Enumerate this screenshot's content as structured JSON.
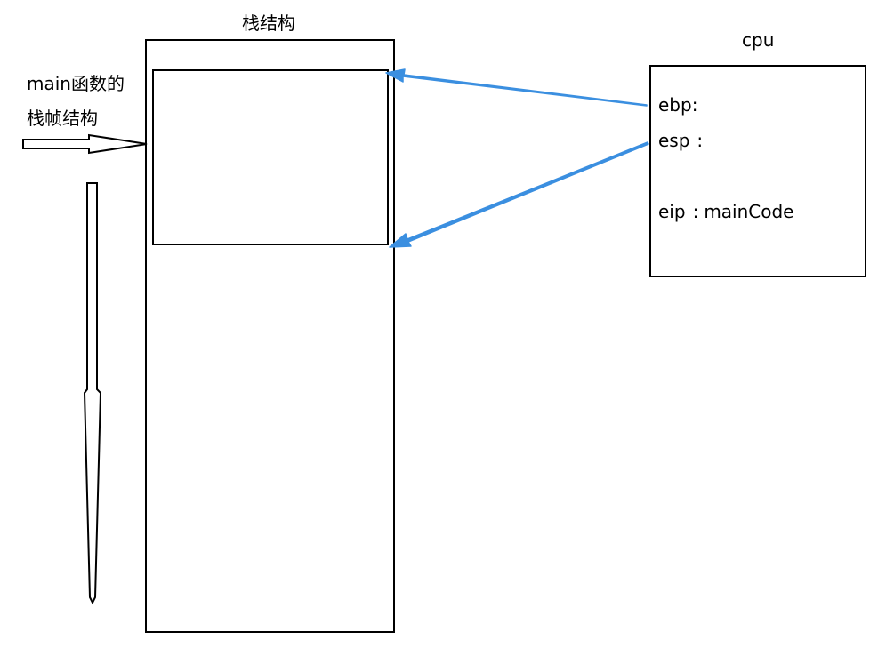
{
  "stack": {
    "title": "栈结构"
  },
  "main_frame_label": {
    "line1": "main函数的",
    "line2": "栈帧结构"
  },
  "cpu": {
    "title": "cpu",
    "registers": [
      {
        "name": "ebp",
        "sep": ":",
        "value": ""
      },
      {
        "name": "esp",
        "sep": ":",
        "value": ""
      },
      {
        "name": "eip",
        "sep": ":",
        "value": "mainCode"
      }
    ]
  },
  "colors": {
    "pointer_arrow": "#3b8fe0",
    "outline": "#000000"
  }
}
